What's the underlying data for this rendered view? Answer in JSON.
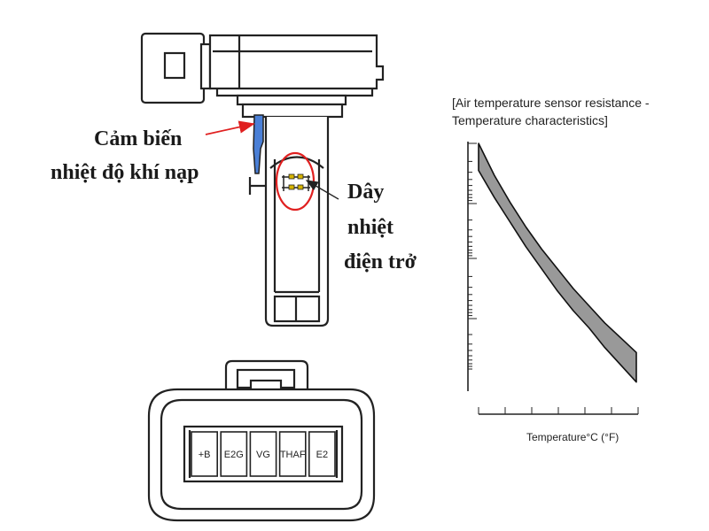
{
  "labels": {
    "sensor_line1": "Cảm biến",
    "sensor_line2": "nhiệt độ khí nạp",
    "wire_line1": "Dây",
    "wire_line2": "nhiệt",
    "wire_line3": "điện trở"
  },
  "connector": {
    "pins": [
      "+B",
      "E2G",
      "VG",
      "THAF",
      "E2"
    ]
  },
  "chart_data": {
    "type": "area",
    "title_line1": "[Air temperature sensor resistance -",
    "title_line2": "Temperature characteristics]",
    "xlabel": "Temperature°C (°F)",
    "ylabel": "",
    "x": [
      0,
      0.1,
      0.2,
      0.3,
      0.4,
      0.5,
      0.6,
      0.7,
      0.8,
      0.9,
      1.0
    ],
    "upper": [
      1.0,
      0.87,
      0.76,
      0.66,
      0.57,
      0.49,
      0.41,
      0.34,
      0.27,
      0.21,
      0.15
    ],
    "lower": [
      0.89,
      0.78,
      0.68,
      0.58,
      0.49,
      0.4,
      0.32,
      0.25,
      0.17,
      0.1,
      0.03
    ],
    "colors": {
      "band": "#999999",
      "edge": "#111111"
    }
  },
  "colors": {
    "arrow": "#e02020",
    "highlight": "#e02020",
    "sensor": "#4a7fd6"
  }
}
